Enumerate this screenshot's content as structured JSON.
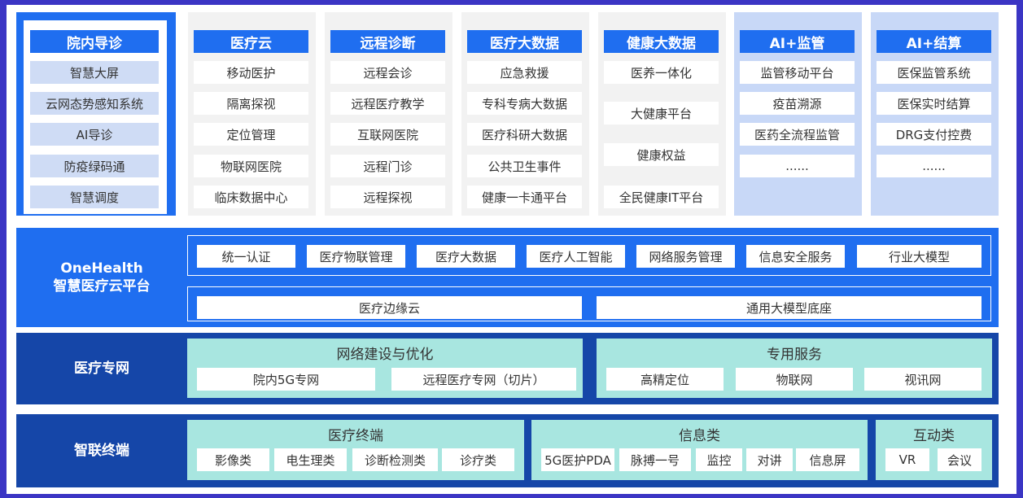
{
  "top": {
    "yuannei": {
      "title": "院内导诊",
      "items": [
        "智慧大屏",
        "云网态势感知系统",
        "AI导诊",
        "防疫绿码通",
        "智慧调度"
      ]
    },
    "columns": [
      {
        "title": "医疗云",
        "items": [
          "移动医护",
          "隔离探视",
          "定位管理",
          "物联网医院",
          "临床数据中心"
        ]
      },
      {
        "title": "远程诊断",
        "items": [
          "远程会诊",
          "远程医疗教学",
          "互联网医院",
          "远程门诊",
          "远程探视"
        ]
      },
      {
        "title": "医疗大数据",
        "items": [
          "应急救援",
          "专科专病大数据",
          "医疗科研大数据",
          "公共卫生事件",
          "健康一卡通平台"
        ]
      },
      {
        "title": "健康大数据",
        "items": [
          "医养一体化",
          "大健康平台",
          "健康权益",
          "全民健康IT平台"
        ]
      },
      {
        "title": "AI+监管",
        "items": [
          "监管移动平台",
          "疫苗溯源",
          "医药全流程监管",
          "......"
        ]
      },
      {
        "title": "AI+结算",
        "items": [
          "医保监管系统",
          "医保实时结算",
          "DRG支付控费",
          "......"
        ]
      }
    ]
  },
  "platform": {
    "label_line1": "OneHealth",
    "label_line2": "智慧医疗云平台",
    "row1": [
      "统一认证",
      "医疗物联管理",
      "医疗大数据",
      "医疗人工智能",
      "网络服务管理",
      "信息安全服务",
      "行业大模型"
    ],
    "row2": [
      "医疗边缘云",
      "通用大模型底座"
    ]
  },
  "network": {
    "label": "医疗专网",
    "group1": {
      "title": "网络建设与优化",
      "items": [
        "院内5G专网",
        "远程医疗专网（切片）"
      ]
    },
    "group2": {
      "title": "专用服务",
      "items": [
        "高精定位",
        "物联网",
        "视讯网"
      ]
    }
  },
  "terminal": {
    "label": "智联终端",
    "group1": {
      "title": "医疗终端",
      "items": [
        "影像类",
        "电生理类",
        "诊断检测类",
        "诊疗类"
      ]
    },
    "group2": {
      "title": "信息类",
      "items": [
        "5G医护PDA",
        "脉搏一号",
        "监控",
        "对讲",
        "信息屏"
      ]
    },
    "group3": {
      "title": "互动类",
      "items": [
        "VR",
        "会议"
      ]
    }
  }
}
